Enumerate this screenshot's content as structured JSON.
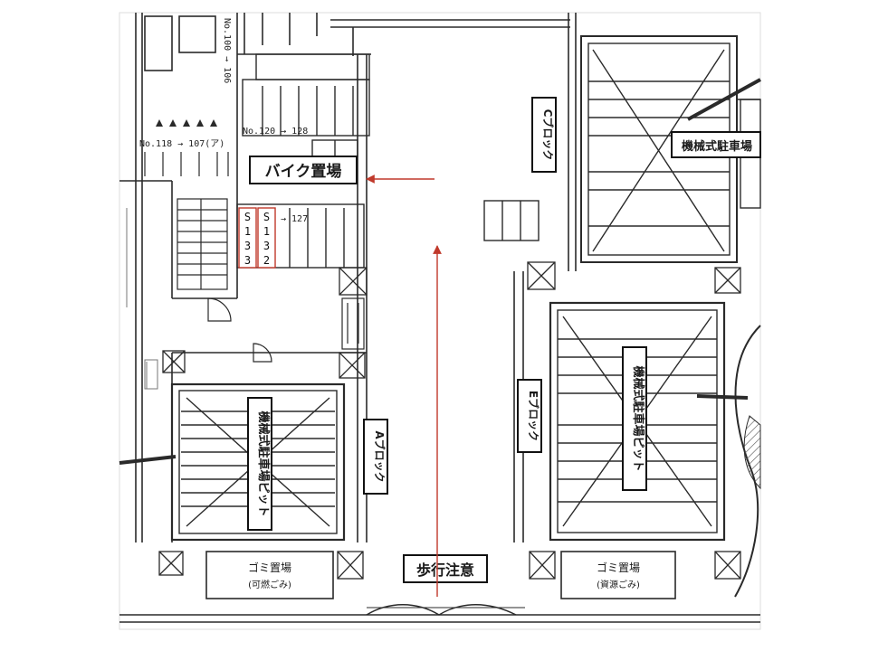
{
  "labels": {
    "bike_parking": "バイク置場",
    "walk_caution": "歩行注意",
    "c_block": "Cブロック",
    "e_block": "Eブロック",
    "a_block": "Aブロック",
    "mech_parking": "機械式駐車場",
    "mech_pit_right": "機械式駐車場ピット",
    "mech_pit_left": "機械式駐車場ピット",
    "garbage_left": "ゴミ置場",
    "garbage_left_sub": "(可燃ごみ)",
    "garbage_right": "ゴミ置場",
    "garbage_right_sub": "(資源ごみ)",
    "range_top": "No.120 → 128",
    "range_left": "No.118 → 107(ア)",
    "range_bottom": "→ 127",
    "range_vertical": "No.100 → 106"
  },
  "slots": [
    {
      "id": "S133",
      "chars": [
        "S",
        "1",
        "3",
        "3"
      ]
    },
    {
      "id": "S132",
      "chars": [
        "S",
        "1",
        "3",
        "2"
      ]
    }
  ],
  "colors": {
    "line": "#2a2a2a",
    "arrow": "#c0392b",
    "highlight": "#c0392b"
  }
}
